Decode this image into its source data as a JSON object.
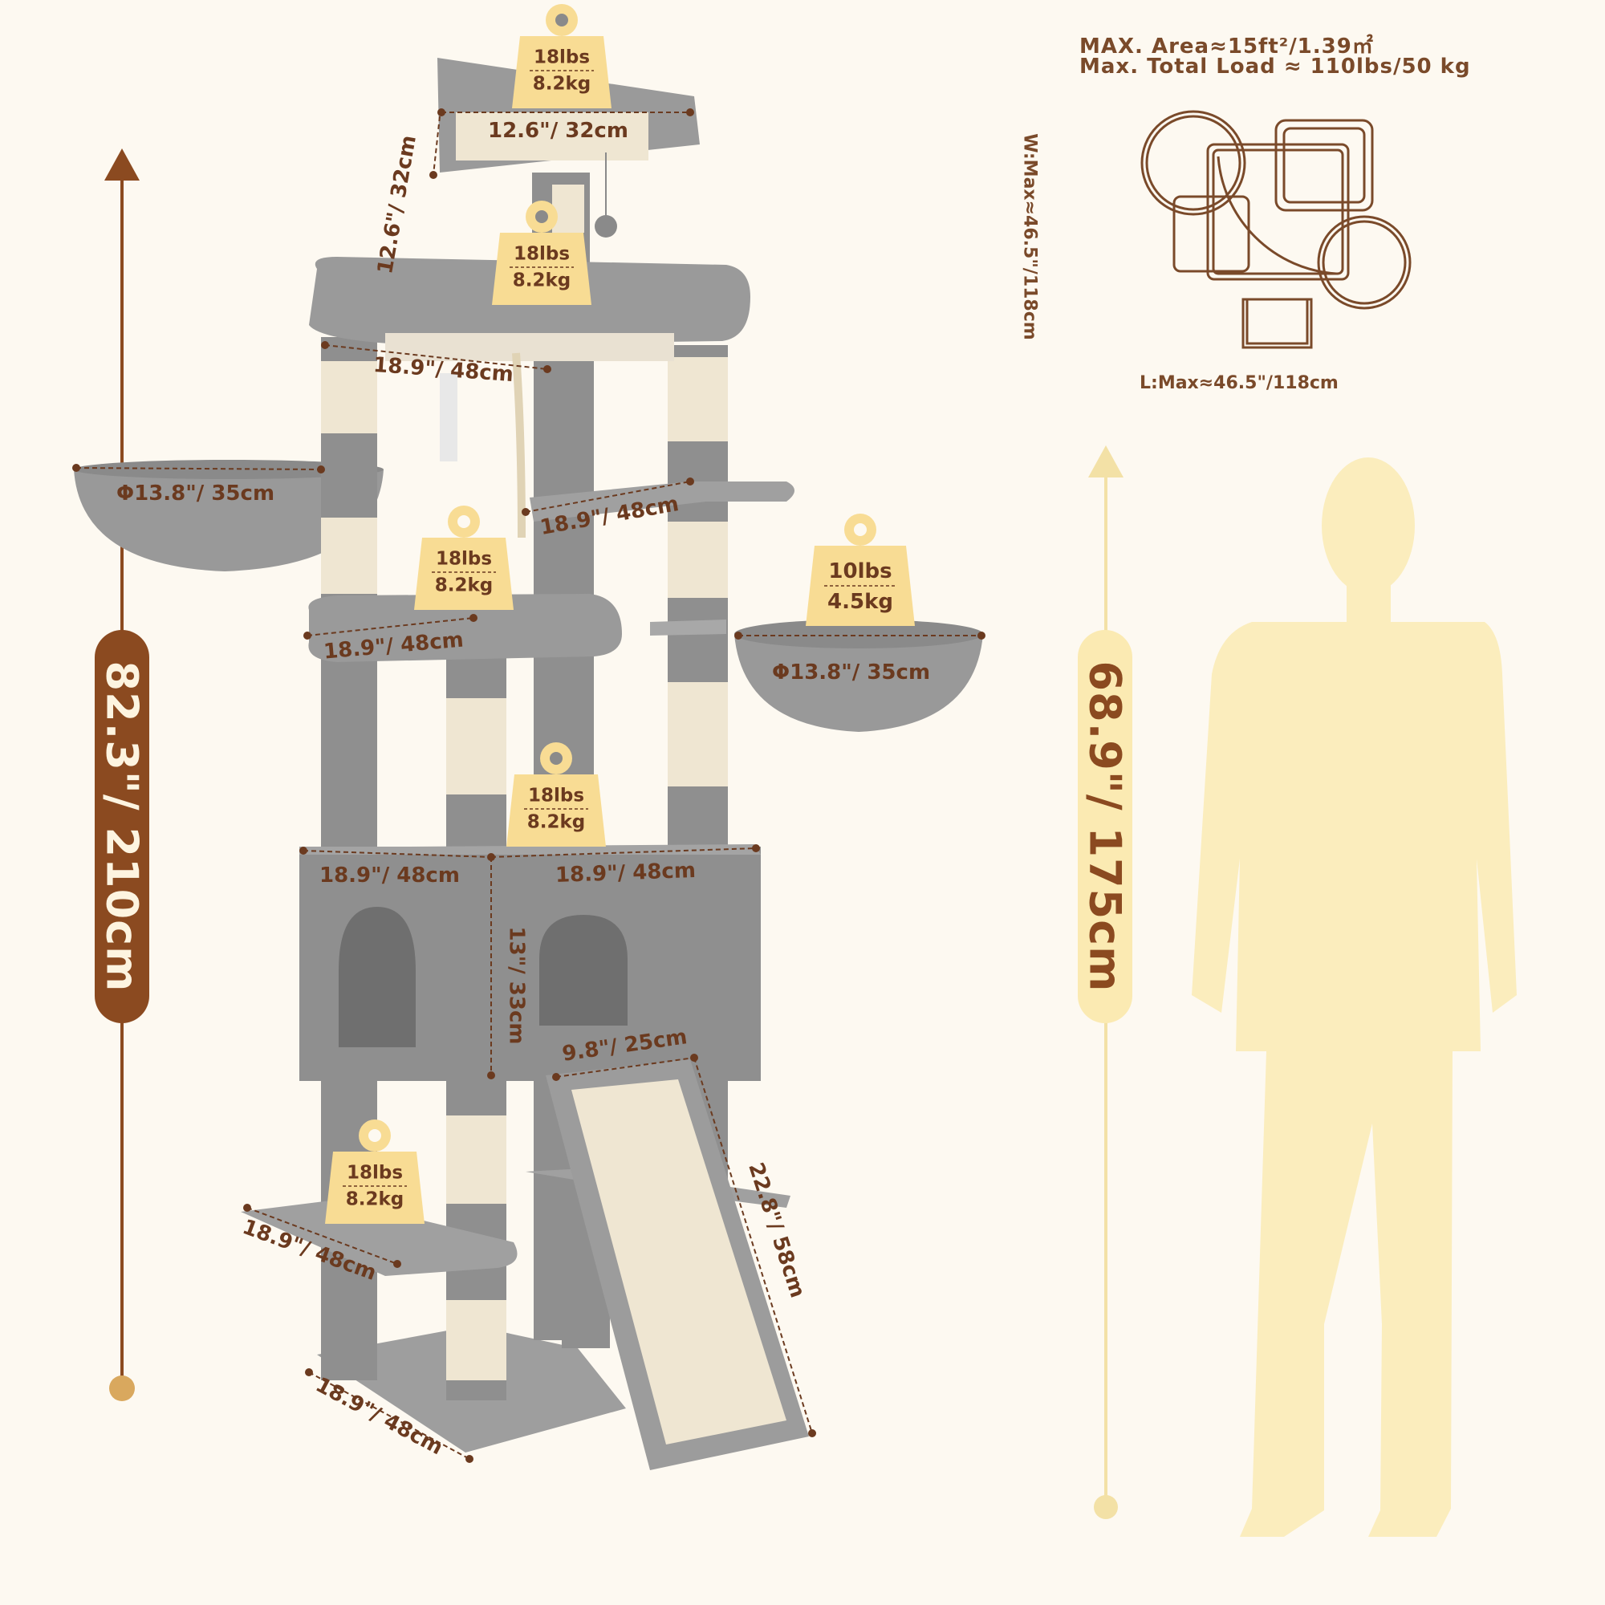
{
  "specs": {
    "max_area": "MAX. Area≈15ft²/1.39㎡",
    "max_load": "Max. Total Load ≈ 110lbs/50 kg",
    "width_label": "W:Max≈46.5\"/118cm",
    "length_label": "L:Max≈46.5\"/118cm"
  },
  "heights": {
    "tree": "82.3\"/ 210cm",
    "person": "68.9\"/ 175cm"
  },
  "dimensions": {
    "top_perch_width": "12.6\"/ 32cm",
    "top_perch_depth": "12.6\"/ 32cm",
    "platform_2": "18.9\"/ 48cm",
    "left_basket": "Φ13.8\"/ 35cm",
    "side_step": "18.9\"/ 48cm",
    "platform_3": "18.9\"/ 48cm",
    "right_basket": "Φ13.8\"/ 35cm",
    "condo_width": "18.9\"/ 48cm",
    "condo_depth": "18.9\"/ 48cm",
    "condo_height": "13\"/ 33cm",
    "ramp_width": "9.8\"/ 25cm",
    "ramp_length": "22.8\"/ 58cm",
    "low_step": "18.9\"/ 48cm",
    "base": "18.9\"/ 48cm"
  },
  "weights": {
    "top": {
      "lbs": "18lbs",
      "kg": "8.2kg"
    },
    "platform_2": {
      "lbs": "18lbs",
      "kg": "8.2kg"
    },
    "platform_3": {
      "lbs": "18lbs",
      "kg": "8.2kg"
    },
    "right_basket": {
      "lbs": "10lbs",
      "kg": "4.5kg"
    },
    "condo": {
      "lbs": "18lbs",
      "kg": "8.2kg"
    },
    "low_step": {
      "lbs": "18lbs",
      "kg": "8.2kg"
    }
  },
  "colors": {
    "background": "#fdf9f1",
    "plush": "#8f8f8f",
    "sisal": "#efe6d2",
    "dimension": "#6b3a1f",
    "weight_tag": "#f8dc94",
    "tree_pill": "#8b4a20",
    "person_pill": "#fbeab2",
    "silhouette": "#fbedbd"
  }
}
